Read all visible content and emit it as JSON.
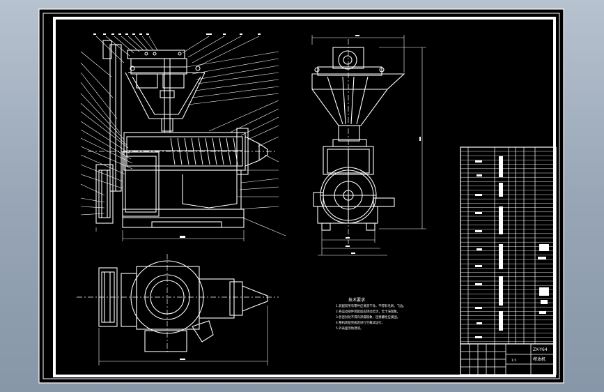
{
  "colors": {
    "viewport_background": "#9aa8b8",
    "sheet": "#000000",
    "linework": "#ffffff"
  },
  "drawing": {
    "title_block": {
      "name_line_1": "ZX-Y64",
      "name_line_2": "榨油机",
      "scale_note": "1:5"
    },
    "technical_requirements": {
      "heading": "技术要求",
      "lines": [
        "1.装配前所有零件应清洗干净，不得有毛刺、飞边。",
        "2.各运动部件装配后应转动灵活，无卡滞现象。",
        "3.各密封处不得有渗漏现象，连接螺栓应紧固。",
        "4.整机装配完成后进行空载试运行。",
        "5.外表面涂防锈漆。"
      ]
    }
  }
}
